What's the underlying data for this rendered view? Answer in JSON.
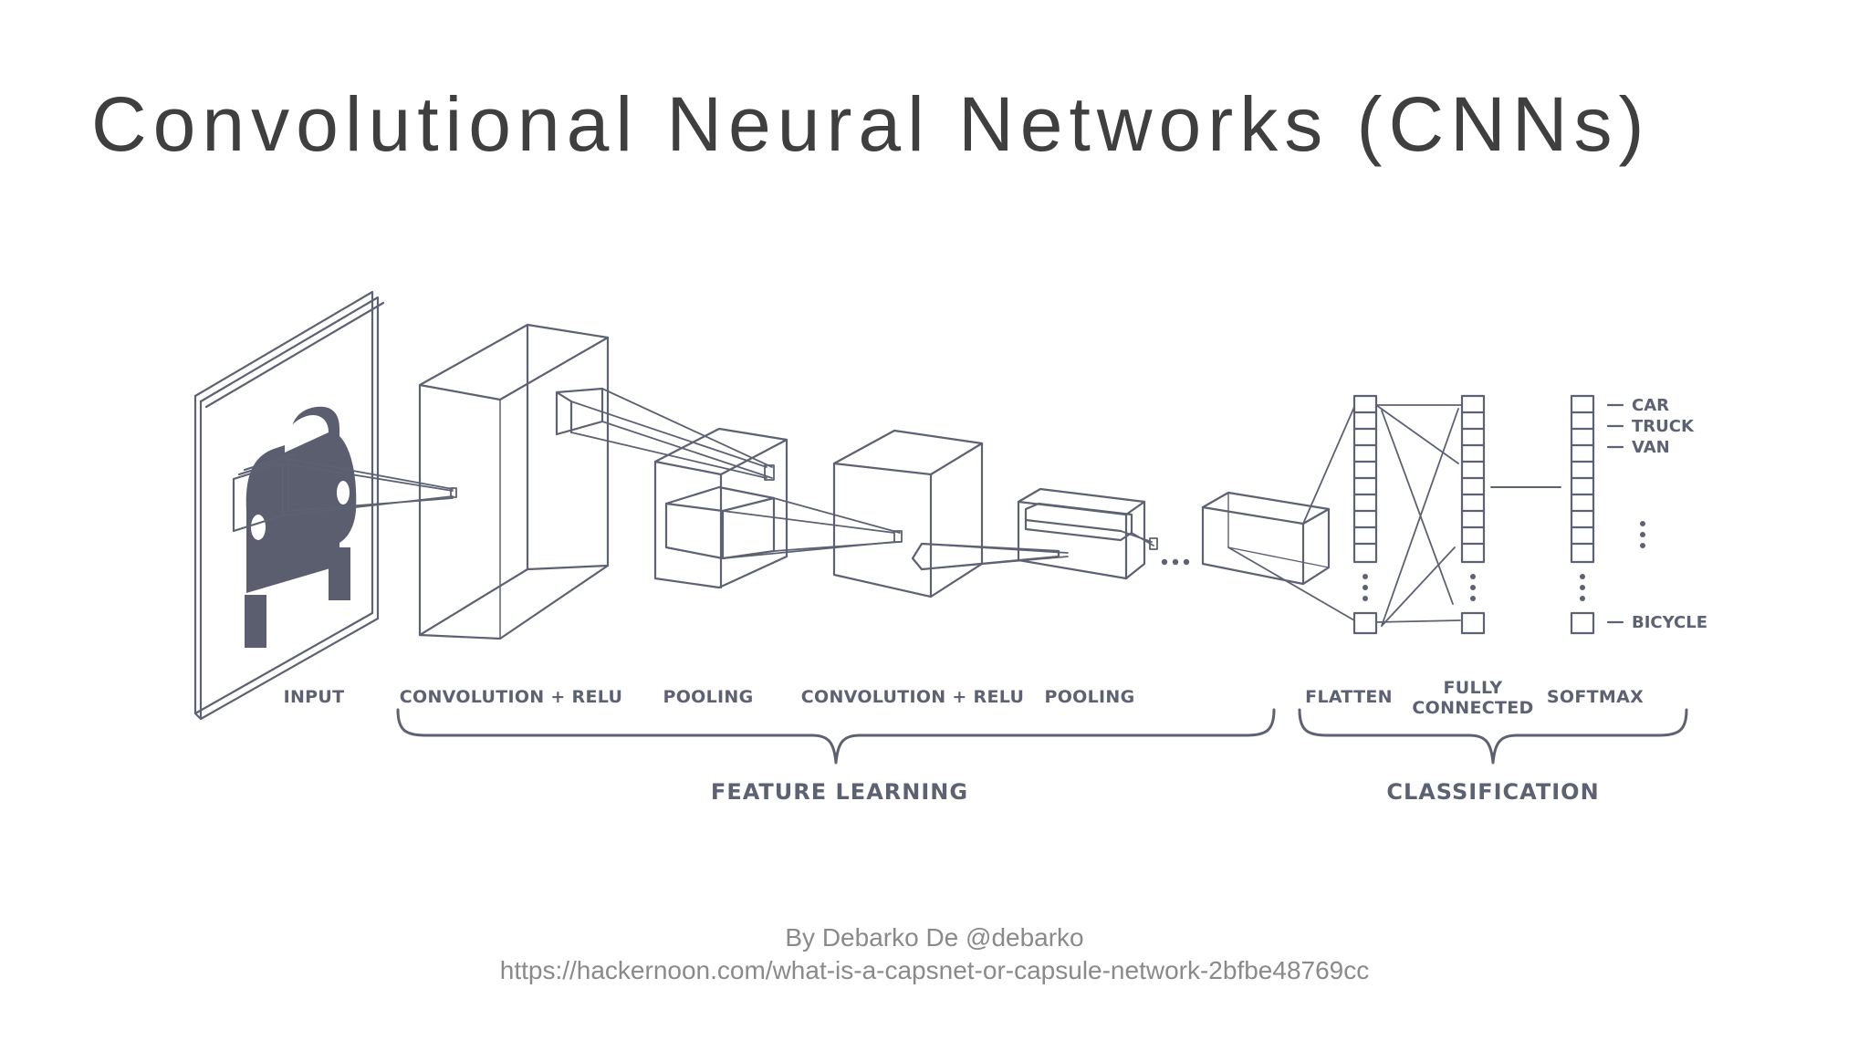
{
  "slide": {
    "title": "Convolutional Neural Networks (CNNs)",
    "credit_author": "By Debarko De @debarko",
    "credit_url": "https://hackernoon.com/what-is-a-capsnet-or-capsule-network-2bfbe48769cc"
  },
  "diagram": {
    "stages": {
      "input": "INPUT",
      "conv1": "CONVOLUTION + RELU",
      "pool1": "POOLING",
      "conv2": "CONVOLUTION + RELU",
      "pool2": "POOLING",
      "flatten": "FLATTEN",
      "fc_line1": "FULLY",
      "fc_line2": "CONNECTED",
      "softmax": "SOFTMAX"
    },
    "groups": {
      "feature": "FEATURE LEARNING",
      "classification": "CLASSIFICATION"
    },
    "classes": [
      "CAR",
      "TRUCK",
      "VAN",
      "BICYCLE"
    ],
    "line_color": "#5d6273"
  }
}
